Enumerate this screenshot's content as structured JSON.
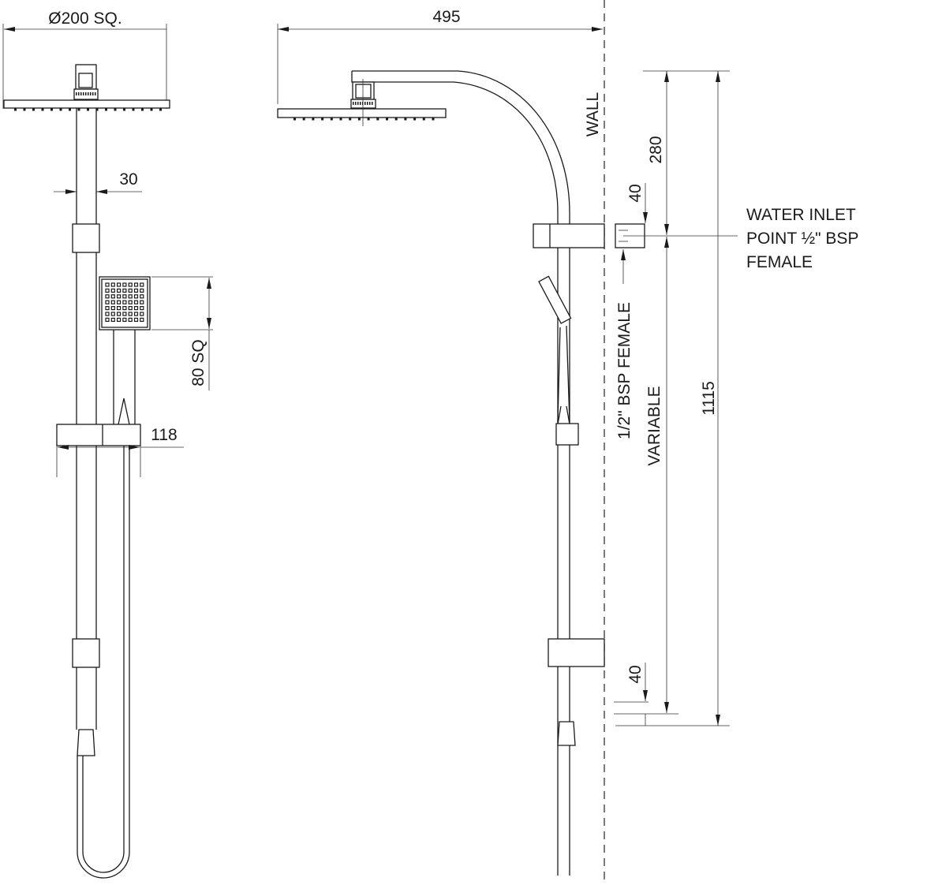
{
  "title": "Twin shower rail technical drawing",
  "front_view": {
    "head_width_label": "Ø200 SQ.",
    "rail_width_label": "30",
    "hand_shower_label": "80 SQ",
    "slide_bracket_label": "118"
  },
  "side_view": {
    "projection_label": "495",
    "wall_label": "WALL",
    "arm_drop_label": "280",
    "inlet_offset_label": "40",
    "bottom_offset_label": "40",
    "variable_label": "VARIABLE",
    "total_height_label": "1115",
    "hose_connection_label": "1/2\" BSP FEMALE",
    "water_inlet_lines": [
      "WATER INLET",
      "POINT ½\" BSP",
      "FEMALE"
    ]
  }
}
